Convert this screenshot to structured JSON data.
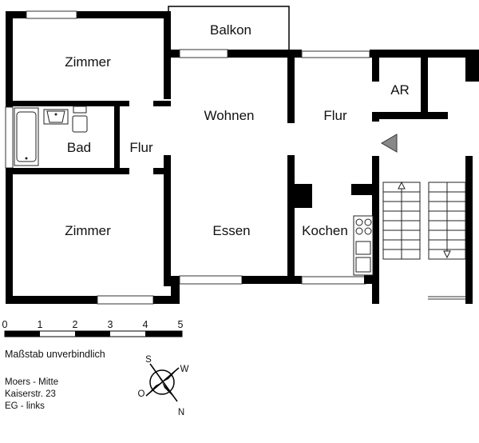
{
  "rooms": {
    "balkon": "Balkon",
    "zimmer_top": "Zimmer",
    "wohnen": "Wohnen",
    "flur_right": "Flur",
    "ar": "AR",
    "bad": "Bad",
    "flur_left": "Flur",
    "zimmer_bottom": "Zimmer",
    "essen": "Essen",
    "kochen": "Kochen"
  },
  "scale": {
    "ticks": [
      "0",
      "1",
      "2",
      "3",
      "4",
      "5"
    ],
    "note": "Maßstab unverbindlich"
  },
  "compass": {
    "s": "S",
    "w": "W",
    "o": "O",
    "n": "N"
  },
  "address": {
    "line1": "Moers - Mitte",
    "line2": "Kaiserstr. 23",
    "line3": "EG - links"
  },
  "colors": {
    "wall": "#000000",
    "background": "#ffffff",
    "arrow": "#888888"
  }
}
